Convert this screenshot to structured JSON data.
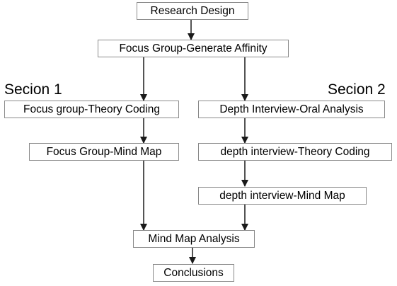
{
  "sections": {
    "left": "Secion 1",
    "right": "Secion 2"
  },
  "nodes": {
    "research_design": "Research Design",
    "focus_group_affinity": "Focus Group-Generate Affinity",
    "focus_group_theory": "Focus group-Theory Coding",
    "depth_interview_oral": "Depth Interview-Oral Analysis",
    "focus_group_mindmap": "Focus Group-Mind Map",
    "depth_interview_theory": "depth interview-Theory Coding",
    "depth_interview_mindmap": "depth interview-Mind Map",
    "mind_map_analysis": "Mind Map Analysis",
    "conclusions": "Conclusions"
  },
  "colors": {
    "line": "#1a1a1a",
    "box_border": "#8a8a8a"
  }
}
